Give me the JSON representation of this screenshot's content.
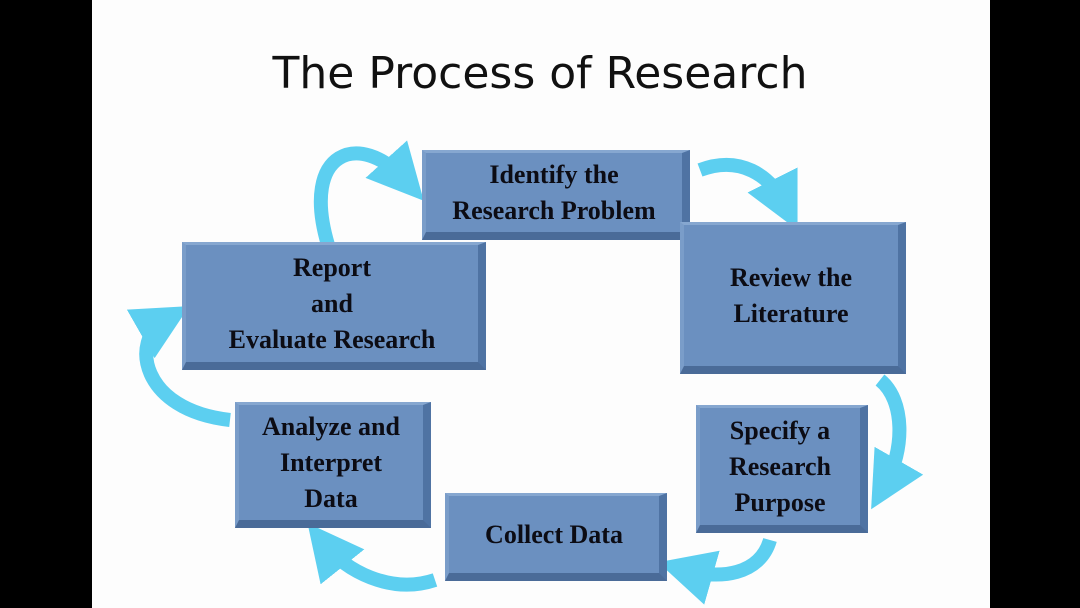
{
  "title": "The Process of Research",
  "steps": [
    {
      "label": "Identify the\nResearch Problem"
    },
    {
      "label": "Review the\nLiterature"
    },
    {
      "label": "Specify a\nResearch\nPurpose"
    },
    {
      "label": "Collect Data"
    },
    {
      "label": "Analyze and\nInterpret\nData"
    },
    {
      "label": "Report\nand\nEvaluate Research"
    }
  ],
  "colors": {
    "box": "#6b90c0",
    "arrow": "#5ccff0"
  }
}
